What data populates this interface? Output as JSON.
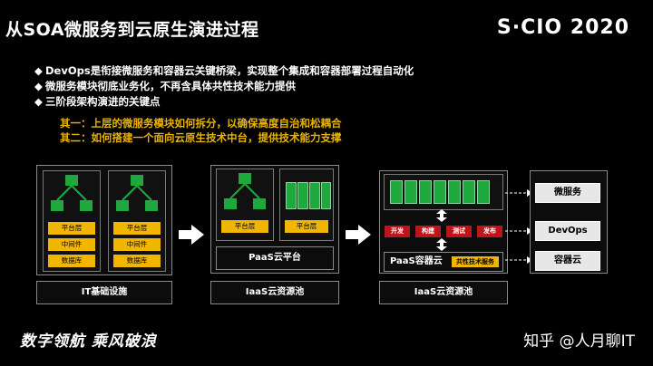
{
  "header": {
    "title": "从SOA微服务到云原生演进过程",
    "logo": "S·CIO 2020"
  },
  "bullets": [
    "DevOps是衔接微服务和容器云关键桥梁，实现整个集成和容器部署过程自动化",
    "微服务模块彻底业务化，不再含具体共性技术能力提供",
    "三阶段架构演进的关键点"
  ],
  "key_points": [
    "其一：上层的微服务模块如何拆分，以确保高度自治和松耦合",
    "其二：如何搭建一个面向云原生技术中台，提供技术能力支撑"
  ],
  "stage1": {
    "layers": [
      "平台层",
      "中间件",
      "数据库"
    ],
    "caption": "IT基础设施"
  },
  "stage2": {
    "platform_label": "平台层",
    "platform_label_2": "平台层",
    "paas": "PaaS云平台",
    "iaas": "IaaS云资源池"
  },
  "stage3": {
    "pipeline": [
      "开发",
      "构建",
      "测试",
      "发布"
    ],
    "paas": "PaaS容器云",
    "shared": "共性技术服务",
    "iaas": "IaaS云资源池"
  },
  "right_labels": [
    "微服务",
    "DevOps",
    "容器云"
  ],
  "footer": {
    "slogan": "数字领航  乘风破浪",
    "author": "知乎 @人月聊IT"
  },
  "colors": {
    "accent_yellow": "#f1b600",
    "green": "#1ea83e",
    "red": "#c0141c"
  }
}
